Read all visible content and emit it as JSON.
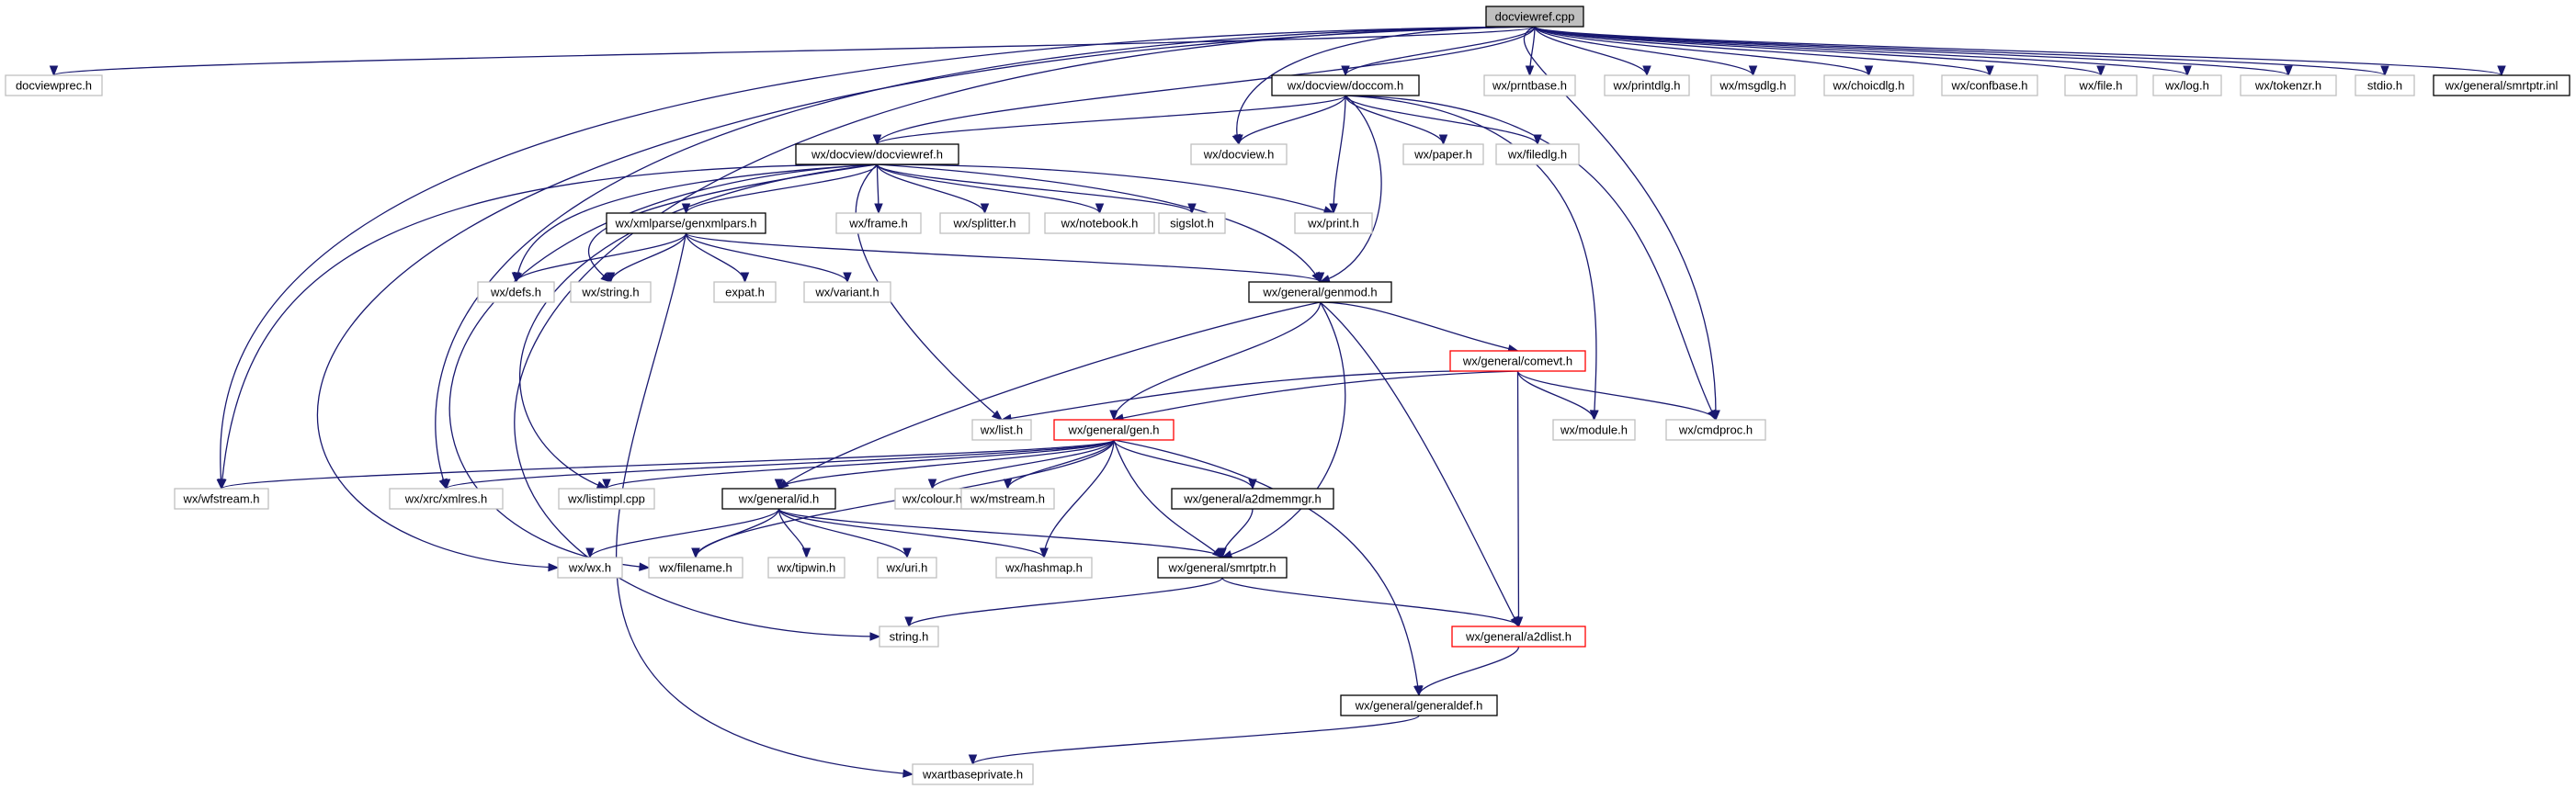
{
  "title": "docviewref.cpp",
  "colors": {
    "edge": "#191970",
    "root_fill": "#bfbfbf",
    "bold_border": "#000000",
    "gray_border": "#bfbfbf",
    "red_border": "#ff0000"
  },
  "nodes": [
    {
      "id": "root",
      "label": "docviewref.cpp",
      "style": "root"
    },
    {
      "id": "docviewprec",
      "label": "docviewprec.h",
      "style": "gray"
    },
    {
      "id": "doccom",
      "label": "wx/docview/doccom.h",
      "style": "bold"
    },
    {
      "id": "prntbase",
      "label": "wx/prntbase.h",
      "style": "gray"
    },
    {
      "id": "printdlg",
      "label": "wx/printdlg.h",
      "style": "gray"
    },
    {
      "id": "msgdlg",
      "label": "wx/msgdlg.h",
      "style": "gray"
    },
    {
      "id": "choicdlg",
      "label": "wx/choicdlg.h",
      "style": "gray"
    },
    {
      "id": "confbase",
      "label": "wx/confbase.h",
      "style": "gray"
    },
    {
      "id": "file",
      "label": "wx/file.h",
      "style": "gray"
    },
    {
      "id": "log",
      "label": "wx/log.h",
      "style": "gray"
    },
    {
      "id": "tokenzr",
      "label": "wx/tokenzr.h",
      "style": "gray"
    },
    {
      "id": "stdio",
      "label": "stdio.h",
      "style": "gray"
    },
    {
      "id": "smrtptrinl",
      "label": "wx/general/smrtptr.inl",
      "style": "bold"
    },
    {
      "id": "docviewref",
      "label": "wx/docview/docviewref.h",
      "style": "bold"
    },
    {
      "id": "docview",
      "label": "wx/docview.h",
      "style": "gray"
    },
    {
      "id": "paper",
      "label": "wx/paper.h",
      "style": "gray"
    },
    {
      "id": "filedlg",
      "label": "wx/filedlg.h",
      "style": "gray"
    },
    {
      "id": "genxmlpars",
      "label": "wx/xmlparse/genxmlpars.h",
      "style": "bold"
    },
    {
      "id": "frame",
      "label": "wx/frame.h",
      "style": "gray"
    },
    {
      "id": "splitter",
      "label": "wx/splitter.h",
      "style": "gray"
    },
    {
      "id": "notebook",
      "label": "wx/notebook.h",
      "style": "gray"
    },
    {
      "id": "sigslot",
      "label": "sigslot.h",
      "style": "gray"
    },
    {
      "id": "print",
      "label": "wx/print.h",
      "style": "gray"
    },
    {
      "id": "defs",
      "label": "wx/defs.h",
      "style": "gray"
    },
    {
      "id": "string_wx",
      "label": "wx/string.h",
      "style": "gray"
    },
    {
      "id": "expat",
      "label": "expat.h",
      "style": "gray"
    },
    {
      "id": "variant",
      "label": "wx/variant.h",
      "style": "gray"
    },
    {
      "id": "genmod",
      "label": "wx/general/genmod.h",
      "style": "bold"
    },
    {
      "id": "comevt",
      "label": "wx/general/comevt.h",
      "style": "red"
    },
    {
      "id": "list",
      "label": "wx/list.h",
      "style": "gray"
    },
    {
      "id": "gen",
      "label": "wx/general/gen.h",
      "style": "red"
    },
    {
      "id": "module",
      "label": "wx/module.h",
      "style": "gray"
    },
    {
      "id": "cmdproc",
      "label": "wx/cmdproc.h",
      "style": "gray"
    },
    {
      "id": "wfstream",
      "label": "wx/wfstream.h",
      "style": "gray"
    },
    {
      "id": "xmlres",
      "label": "wx/xrc/xmlres.h",
      "style": "gray"
    },
    {
      "id": "listimpl",
      "label": "wx/listimpl.cpp",
      "style": "gray"
    },
    {
      "id": "colour",
      "label": "wx/colour.h",
      "style": "gray"
    },
    {
      "id": "mstream",
      "label": "wx/mstream.h",
      "style": "gray"
    },
    {
      "id": "a2dmemmgr",
      "label": "wx/general/a2dmemmgr.h",
      "style": "bold"
    },
    {
      "id": "idh",
      "label": "wx/general/id.h",
      "style": "bold"
    },
    {
      "id": "wxh",
      "label": "wx/wx.h",
      "style": "gray"
    },
    {
      "id": "filename",
      "label": "wx/filename.h",
      "style": "gray"
    },
    {
      "id": "tipwin",
      "label": "wx/tipwin.h",
      "style": "gray"
    },
    {
      "id": "uri",
      "label": "wx/uri.h",
      "style": "gray"
    },
    {
      "id": "hashmap",
      "label": "wx/hashmap.h",
      "style": "gray"
    },
    {
      "id": "smrtptr",
      "label": "wx/general/smrtptr.h",
      "style": "bold"
    },
    {
      "id": "stringh",
      "label": "string.h",
      "style": "gray"
    },
    {
      "id": "a2dlist",
      "label": "wx/general/a2dlist.h",
      "style": "red"
    },
    {
      "id": "generaldef",
      "label": "wx/general/generaldef.h",
      "style": "bold"
    },
    {
      "id": "wxartbase",
      "label": "wxartbaseprivate.h",
      "style": "gray"
    }
  ],
  "edges": [
    [
      "root",
      "docviewprec"
    ],
    [
      "root",
      "doccom"
    ],
    [
      "root",
      "prntbase"
    ],
    [
      "root",
      "printdlg"
    ],
    [
      "root",
      "msgdlg"
    ],
    [
      "root",
      "choicdlg"
    ],
    [
      "root",
      "confbase"
    ],
    [
      "root",
      "file"
    ],
    [
      "root",
      "log"
    ],
    [
      "root",
      "tokenzr"
    ],
    [
      "root",
      "stdio"
    ],
    [
      "root",
      "smrtptrinl"
    ],
    [
      "root",
      "docviewref"
    ],
    [
      "root",
      "docview"
    ],
    [
      "root",
      "cmdproc"
    ],
    [
      "root",
      "wfstream"
    ],
    [
      "root",
      "wxh"
    ],
    [
      "root",
      "stringh"
    ],
    [
      "root",
      "xmlres"
    ],
    [
      "doccom",
      "docviewref"
    ],
    [
      "doccom",
      "docview"
    ],
    [
      "doccom",
      "paper"
    ],
    [
      "doccom",
      "filedlg"
    ],
    [
      "doccom",
      "print"
    ],
    [
      "doccom",
      "genmod"
    ],
    [
      "doccom",
      "module"
    ],
    [
      "doccom",
      "cmdproc"
    ],
    [
      "docviewref",
      "genxmlpars"
    ],
    [
      "docviewref",
      "frame"
    ],
    [
      "docviewref",
      "splitter"
    ],
    [
      "docviewref",
      "notebook"
    ],
    [
      "docviewref",
      "sigslot"
    ],
    [
      "docviewref",
      "print"
    ],
    [
      "docviewref",
      "defs"
    ],
    [
      "docviewref",
      "string_wx"
    ],
    [
      "docviewref",
      "genmod"
    ],
    [
      "docviewref",
      "list"
    ],
    [
      "docviewref",
      "wfstream"
    ],
    [
      "docviewref",
      "listimpl"
    ],
    [
      "docviewref",
      "filename"
    ],
    [
      "genxmlpars",
      "defs"
    ],
    [
      "genxmlpars",
      "string_wx"
    ],
    [
      "genxmlpars",
      "expat"
    ],
    [
      "genxmlpars",
      "variant"
    ],
    [
      "genxmlpars",
      "genmod"
    ],
    [
      "genxmlpars",
      "wxartbase"
    ],
    [
      "genmod",
      "comevt"
    ],
    [
      "genmod",
      "gen"
    ],
    [
      "genmod",
      "idh"
    ],
    [
      "genmod",
      "smrtptr"
    ],
    [
      "genmod",
      "a2dlist"
    ],
    [
      "comevt",
      "list"
    ],
    [
      "comevt",
      "gen"
    ],
    [
      "comevt",
      "module"
    ],
    [
      "comevt",
      "cmdproc"
    ],
    [
      "comevt",
      "a2dlist"
    ],
    [
      "gen",
      "wfstream"
    ],
    [
      "gen",
      "xmlres"
    ],
    [
      "gen",
      "listimpl"
    ],
    [
      "gen",
      "colour"
    ],
    [
      "gen",
      "mstream"
    ],
    [
      "gen",
      "a2dmemmgr"
    ],
    [
      "gen",
      "idh"
    ],
    [
      "gen",
      "filename"
    ],
    [
      "gen",
      "hashmap"
    ],
    [
      "gen",
      "smrtptr"
    ],
    [
      "gen",
      "generaldef"
    ],
    [
      "a2dmemmgr",
      "smrtptr"
    ],
    [
      "idh",
      "wxh"
    ],
    [
      "idh",
      "filename"
    ],
    [
      "idh",
      "tipwin"
    ],
    [
      "idh",
      "uri"
    ],
    [
      "idh",
      "hashmap"
    ],
    [
      "idh",
      "smrtptr"
    ],
    [
      "smrtptr",
      "stringh"
    ],
    [
      "smrtptr",
      "a2dlist"
    ],
    [
      "a2dlist",
      "generaldef"
    ],
    [
      "generaldef",
      "wxartbase"
    ]
  ]
}
